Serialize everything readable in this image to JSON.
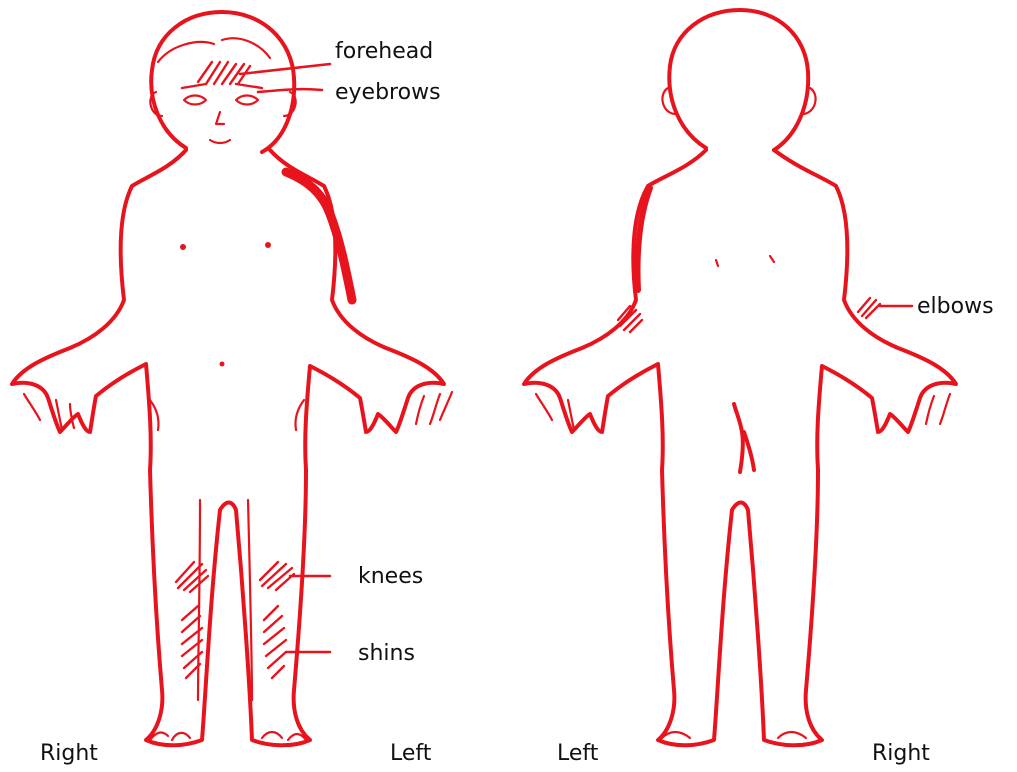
{
  "colors": {
    "rash": "#e8141d",
    "outline": "#e8141d",
    "text": "#111111",
    "background": "#ffffff"
  },
  "labels": {
    "forehead": "forehead",
    "eyebrows": "eyebrows",
    "knees": "knees",
    "shins": "shins",
    "elbows": "elbows"
  },
  "sides": {
    "front_right": "Right",
    "front_left": "Left",
    "back_left": "Left",
    "back_right": "Right"
  }
}
